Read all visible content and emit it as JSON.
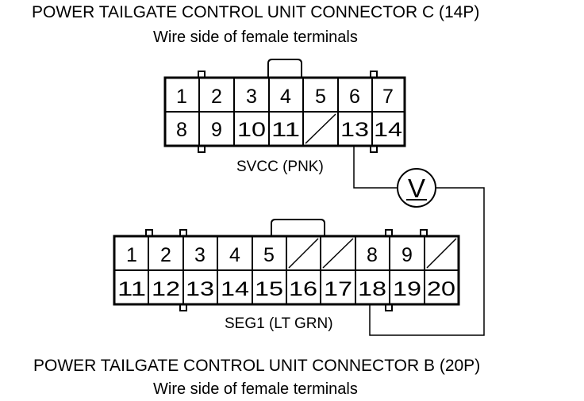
{
  "connector_c": {
    "title": "POWER TAILGATE CONTROL UNIT CONNECTOR C (14P)",
    "subtitle": "Wire side of female terminals",
    "rows": [
      [
        "1",
        "2",
        "3",
        "4",
        "5",
        "6",
        "7"
      ],
      [
        "8",
        "9",
        "10",
        "11",
        "",
        "13",
        "14"
      ]
    ],
    "wire_label": "SVCC (PNK)"
  },
  "connector_b": {
    "title": "POWER TAILGATE CONTROL UNIT CONNECTOR B (20P)",
    "subtitle": "Wire side of female terminals",
    "rows": [
      [
        "1",
        "2",
        "3",
        "4",
        "5",
        "",
        "",
        "8",
        "9",
        ""
      ],
      [
        "11",
        "12",
        "13",
        "14",
        "15",
        "16",
        "17",
        "18",
        "19",
        "20"
      ]
    ],
    "wire_label": "SEG1 (LT GRN)"
  },
  "meter": {
    "symbol": "V"
  }
}
